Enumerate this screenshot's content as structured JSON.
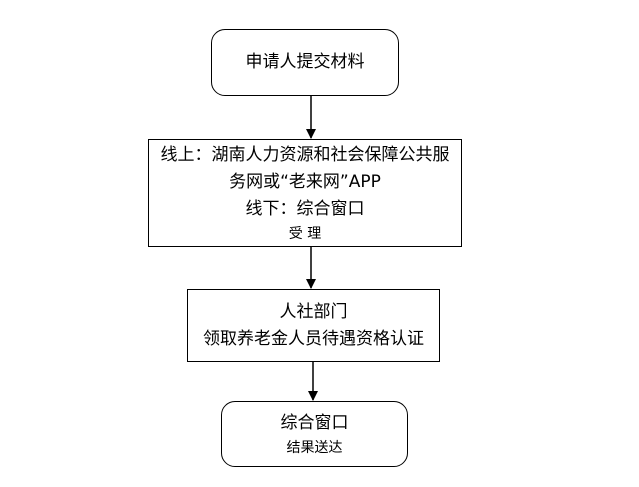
{
  "nodes": {
    "submit": {
      "line1": "申请人提交材料"
    },
    "accept": {
      "line1": "线上：湖南人力资源和社会保障公共服",
      "line2": "务网或“老来网”APP",
      "line3": "线下：综合窗口",
      "line4": "受 理"
    },
    "dept": {
      "line1": "人社部门",
      "line2": "领取养老金人员待遇资格认证"
    },
    "result": {
      "line1": "综合窗口",
      "line2": "结果送达"
    }
  },
  "colors": {
    "stroke": "#000000",
    "background": "#ffffff"
  }
}
